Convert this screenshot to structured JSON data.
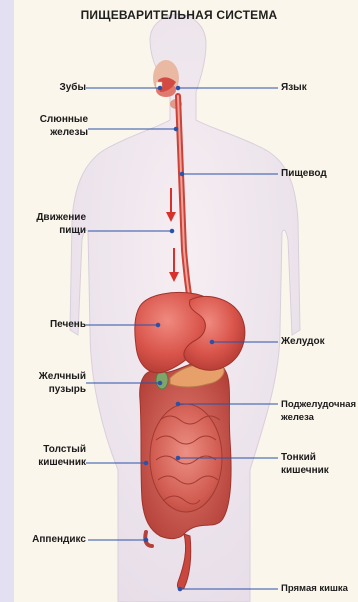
{
  "title": "ПИЩЕВАРИТЕЛЬНАЯ СИСТЕМА",
  "labels": {
    "teeth": "Зубы",
    "salivary": "Слюнные\nжелезы",
    "food_motion": "Движение\nпищи",
    "liver": "Печень",
    "gallbladder": "Желчный\nпузырь",
    "large_intestine": "Толстый\nкишечник",
    "appendix": "Аппендикс",
    "tongue": "Язык",
    "esophagus": "Пищевод",
    "stomach": "Желудок",
    "pancreas": "Поджелудочная\nжелеза",
    "small_intestine": "Тонкий\nкишечник",
    "rectum": "Прямая кишка"
  },
  "colors": {
    "leader_line": "#2a52a8",
    "organ_red": "#d24a42",
    "arrow_red": "#d8312c"
  }
}
